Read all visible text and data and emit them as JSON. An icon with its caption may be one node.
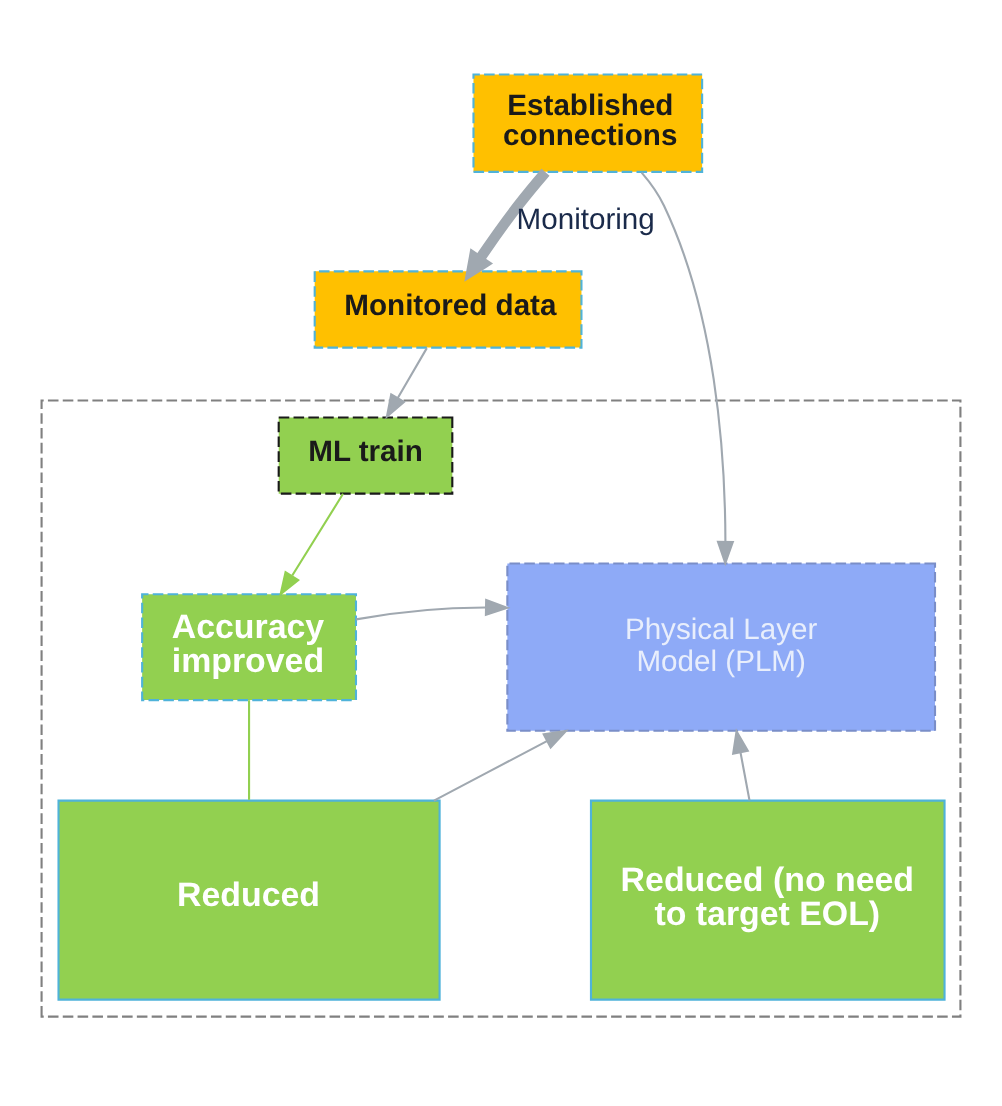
{
  "diagram": {
    "nodes": [
      {
        "text": [
          "Established connections"
        ]
      },
      {
        "text": [
          "Monitored data"
        ]
      },
      {
        "text": [],
        "shape": "box"
      },
      {
        "text": [
          "ML train"
        ],
        "in": 2
      },
      {
        "text": [
          "Physical Layer Model (PLM)"
        ],
        "in": 2
      },
      {
        "text": [
          "Accuracy improved"
        ],
        "in": 2
      },
      {
        "text": [
          "Reduced (no need to target EOL)"
        ],
        "in": 2
      },
      {
        "text": [
          "Reduced"
        ],
        "in": 2
      }
    ],
    "edges": [
      {
        "from": 0,
        "to": 1,
        "arrow": "to",
        "label": "Monitoring",
        "style": "thick"
      },
      {
        "from": 0,
        "to": 4,
        "arrow": "to"
      },
      {
        "from": 1,
        "to": 3,
        "arrow": "to"
      },
      {
        "from": 3,
        "to": 5,
        "arrow": "to",
        "color": "#92d050"
      },
      {
        "from": 5,
        "to": 4,
        "arrow": "to"
      },
      {
        "from": 6,
        "to": 4,
        "arrow": "to"
      },
      {
        "from": 7,
        "to": 4,
        "arrow": "to"
      },
      {
        "from": 5,
        "to": 7,
        "arrow": "none",
        "color": "#92d050"
      }
    ]
  }
}
